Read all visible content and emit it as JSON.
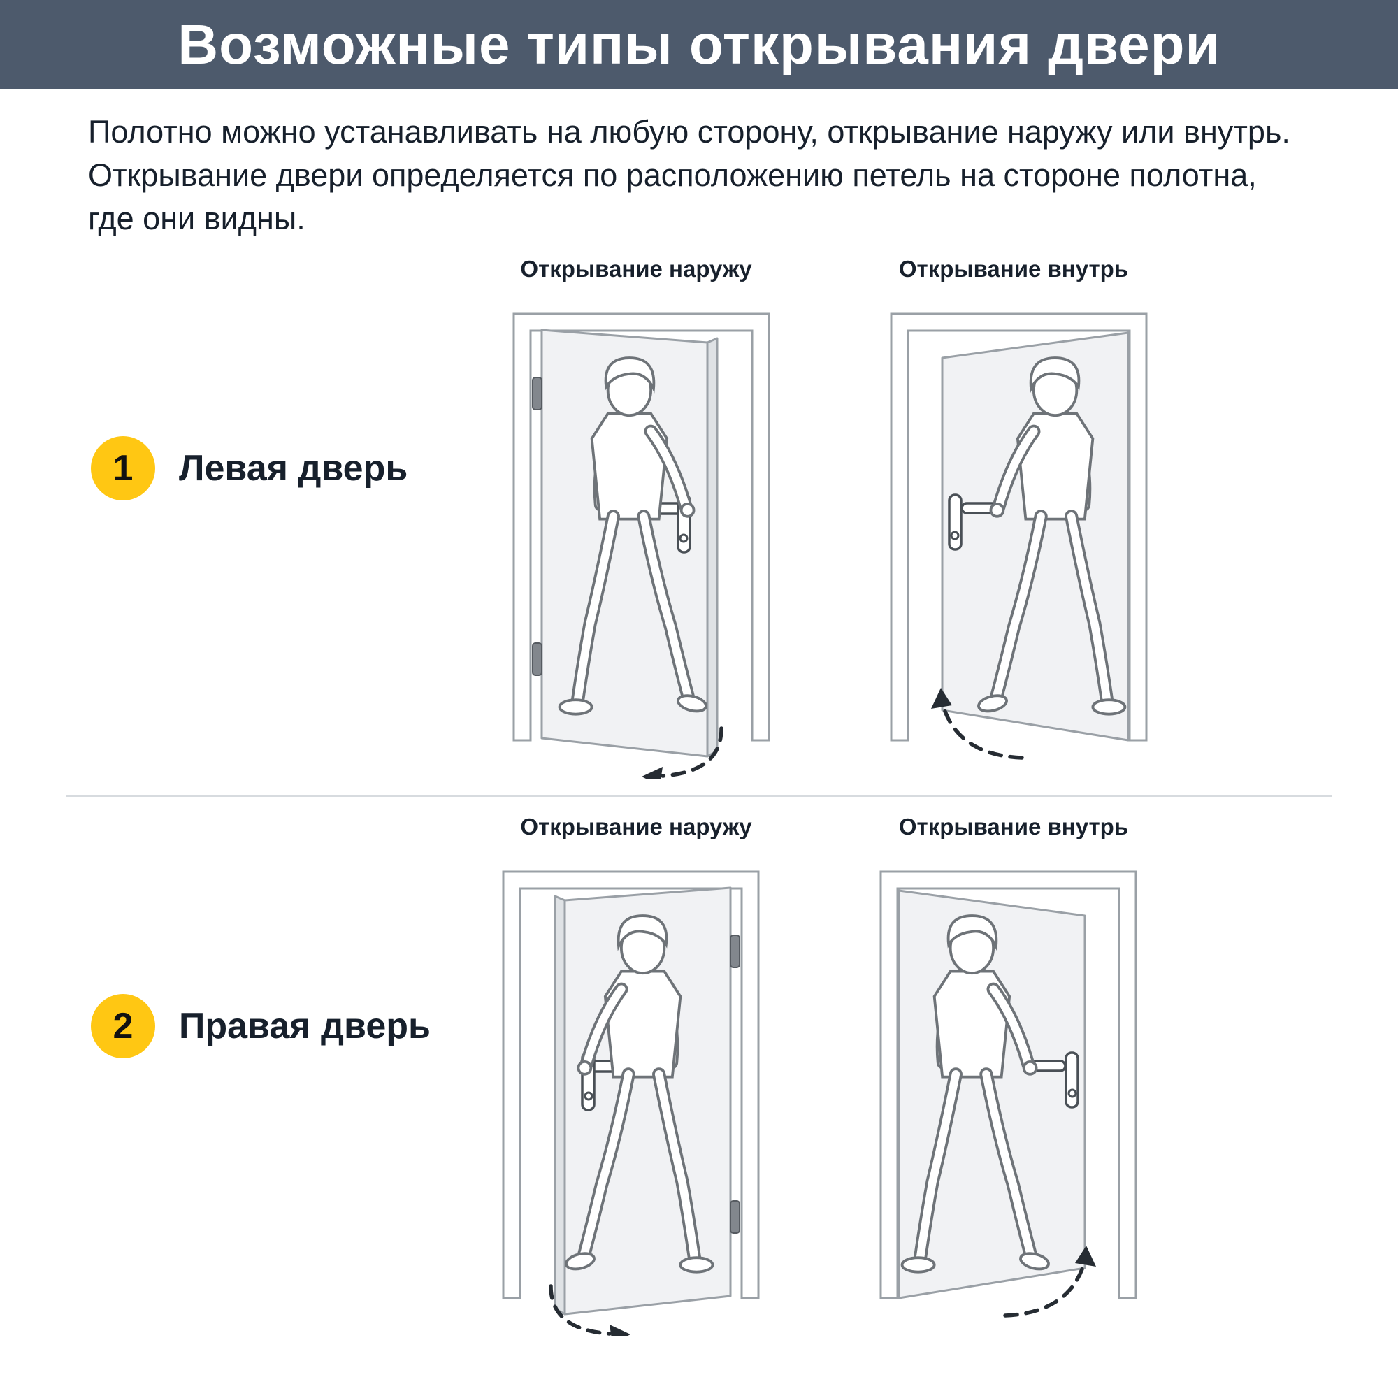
{
  "header": {
    "title": "Возможные типы открывания двери"
  },
  "intro": "Полотно можно устанавливать на любую сторону, открывание наружу или внутрь. Открывание двери определяется по расположению петель на стороне полотна, где они видны.",
  "sections": [
    {
      "number": "1",
      "label": "Левая дверь",
      "captions": [
        "Открывание наружу",
        "Открывание внутрь"
      ]
    },
    {
      "number": "2",
      "label": "Правая дверь",
      "captions": [
        "Открывание наружу",
        "Открывание внутрь"
      ]
    }
  ],
  "colors": {
    "header_bg": "#4D5A6C",
    "accent_yellow": "#FFC713",
    "text": "#17202C"
  }
}
